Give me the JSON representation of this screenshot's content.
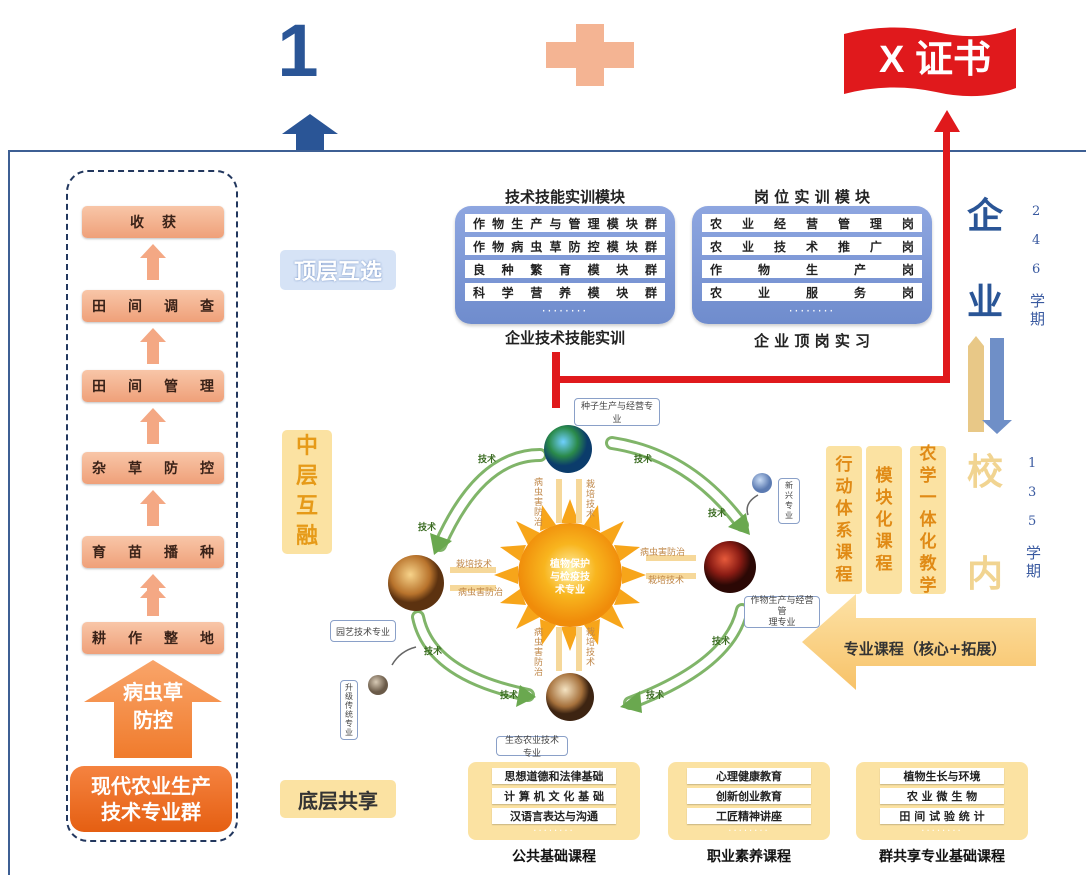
{
  "top": {
    "one": "1",
    "cert": "X 证书"
  },
  "left": {
    "steps": [
      "收获",
      "田间调查",
      "田间管理",
      "杂草防控",
      "育苗播种",
      "耕作整地"
    ],
    "pest": [
      "病虫草",
      "防控"
    ],
    "group": [
      "现代农业生产",
      "技术专业群"
    ]
  },
  "layers": {
    "top": "顶层互选",
    "mid": [
      "中",
      "层",
      "互",
      "融"
    ],
    "bottom": "底层共享"
  },
  "tech_module": {
    "title": "技术技能实训模块",
    "rows": [
      [
        "作",
        "物",
        "生",
        "产",
        "与",
        "管",
        "理",
        "模",
        "块",
        "群"
      ],
      [
        "作",
        "物",
        "病",
        "虫",
        "草",
        "防",
        "控",
        "模",
        "块",
        "群"
      ],
      [
        "良",
        "种",
        "繁",
        "育",
        "模",
        "块",
        "群"
      ],
      [
        "科",
        "学",
        "营",
        "养",
        "模",
        "块",
        "群"
      ]
    ],
    "dots": "········",
    "caption": "企业技术技能实训"
  },
  "post_module": {
    "title": "岗 位 实 训 模 块",
    "rows": [
      [
        "农",
        "业",
        "经",
        "营",
        "管",
        "理",
        "岗"
      ],
      [
        "农",
        "业",
        "技",
        "术",
        "推",
        "广",
        "岗"
      ],
      [
        "作",
        "物",
        "生",
        "产",
        "岗"
      ],
      [
        "农",
        "业",
        "服",
        "务",
        "岗"
      ]
    ],
    "dots": "········",
    "caption": "企 业 顶 岗 实 习"
  },
  "right": {
    "enterprise": [
      "企",
      "业"
    ],
    "school": [
      "校",
      "内"
    ],
    "sem_top": [
      "2",
      "4",
      "6"
    ],
    "sem_top_label": [
      "学",
      "期"
    ],
    "sem_bot": [
      "1",
      "3",
      "5"
    ],
    "sem_bot_label": [
      "学",
      "期"
    ],
    "curricula": [
      [
        "行",
        "动",
        "体",
        "系",
        "课",
        "程"
      ],
      [
        "模",
        "块",
        "化",
        "课",
        "程"
      ],
      [
        "农",
        "学",
        "一",
        "体",
        "化",
        "教",
        "学"
      ]
    ],
    "major_course": "专业课程（核心+拓展）"
  },
  "center": {
    "sun": [
      "植物保护",
      "与检疫技",
      "术专业"
    ],
    "callouts": {
      "seed": "种子生产与经营专业",
      "new": [
        "新",
        "兴",
        "专",
        "业"
      ],
      "crop": [
        "作物生产与经营管",
        "理专业"
      ],
      "hort": "园艺技术专业",
      "upgrade": [
        "升",
        "级",
        "传",
        "统",
        "专",
        "业"
      ],
      "eco": "生态农业技术专业"
    },
    "arrows": [
      "技术",
      "技术",
      "技术",
      "技术",
      "技术",
      "技术",
      "技术",
      "技术"
    ],
    "links": {
      "top_a": "病虫害防治",
      "top_b": "栽培技术",
      "right_a": "病虫害防治",
      "right_b": "栽培技术",
      "left_a": "栽培技术",
      "left_b": "病虫害防治",
      "bot_a": "病虫害防治",
      "bot_b": "栽培技术"
    }
  },
  "bottom": [
    {
      "rows": [
        "思想道德和法律基础",
        "计 算 机 文 化 基 础",
        "汉语言表达与沟通"
      ],
      "dots": "········",
      "caption": "公共基础课程"
    },
    {
      "rows": [
        "心理健康教育",
        "创新创业教育",
        "工匠精神讲座"
      ],
      "dots": "········",
      "caption": "职业素养课程"
    },
    {
      "rows": [
        "植物生长与环境",
        "农 业 微 生 物",
        "田 间 试 验 统 计"
      ],
      "dots": "········",
      "caption": "群共享专业基础课程"
    }
  ],
  "colors": {
    "navy": "#2a5596",
    "red": "#e0191c",
    "orange": "#f08a3c",
    "module_blue": "#7b96d4",
    "cream": "#fbe2a2"
  }
}
